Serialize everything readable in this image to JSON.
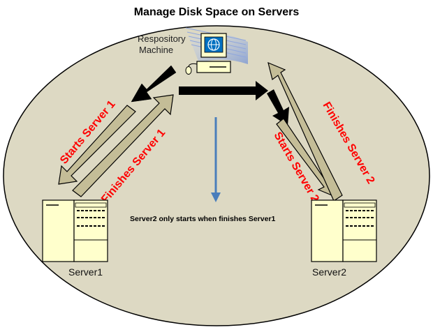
{
  "title": "Manage Disk Space on Servers",
  "repository": {
    "label_line1": "Respository",
    "label_line2": "Machine"
  },
  "servers": [
    {
      "name": "Server1",
      "starts_label": "Starts Server 1",
      "finishes_label": "Finishes Server 1"
    },
    {
      "name": "Server2",
      "starts_label": "Starts Server 2",
      "finishes_label": "Finishes Server 2"
    }
  ],
  "note": "Server2  only  starts  when  finishes  Server1",
  "colors": {
    "ellipse_fill": "#ddd9c3",
    "ellipse_stroke": "#000000",
    "arrow_black": "#000000",
    "arrow_olive": "#c4bd97",
    "arrow_blue": "#4a7ebb",
    "label_red": "#ff0000",
    "server_body": "#ffffcc",
    "monitor_screen": "#0070c0",
    "signal_lines": "#7f9bd8"
  },
  "icons": [
    "computer-icon",
    "server-icon"
  ]
}
